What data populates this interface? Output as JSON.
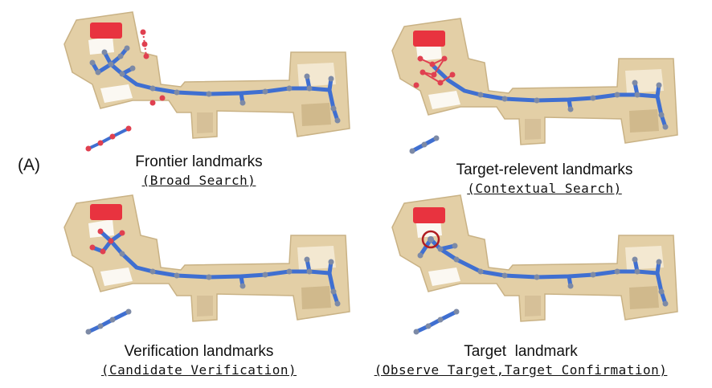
{
  "figure_label": "(A)",
  "panels": [
    {
      "title": "Frontier landmarks",
      "subtitle": "(Broad Search)"
    },
    {
      "title": "Target-relevent landmarks",
      "subtitle": "(Contextual Search)"
    },
    {
      "title": "Verification landmarks",
      "subtitle": "(Candidate Verification)"
    },
    {
      "title": "Target  landmark",
      "subtitle": "(Observe Target,Target Confirmation)"
    }
  ],
  "colors": {
    "floor": "#e3cfa6",
    "floor_dark": "#c9b285",
    "wall": "#d9c39a",
    "object": "#e8333f",
    "path": "#3f6fd1",
    "node": "#7d8aa6",
    "highlight_node": "#e04050",
    "target_ring": "#b01e22"
  }
}
